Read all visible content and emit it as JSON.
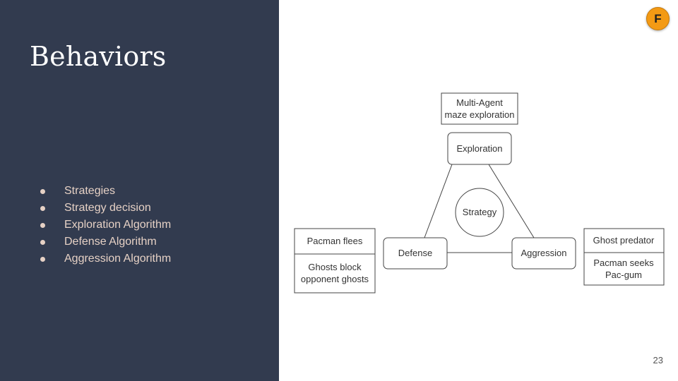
{
  "slide": {
    "title": "Behaviors",
    "bullets": [
      "Strategies",
      "Strategy decision",
      "Exploration Algorithm",
      "Defense Algorithm",
      "Aggression Algorithm"
    ],
    "badge": "F",
    "page_number": "23"
  },
  "diagram": {
    "center": "Strategy",
    "exploration": "Exploration",
    "defense": "Defense",
    "aggression": "Aggression",
    "top_note": [
      "Multi-Agent",
      "maze exploration"
    ],
    "left_note_top": "Pacman flees",
    "left_note_bottom": [
      "Ghosts block",
      "opponent ghosts"
    ],
    "right_note_top": "Ghost predator",
    "right_note_bottom": [
      "Pacman seeks",
      "Pac-gum"
    ]
  },
  "colors": {
    "panel": "#323b4f",
    "bullet_text": "#e6d1c5",
    "badge": "#f39a14"
  }
}
